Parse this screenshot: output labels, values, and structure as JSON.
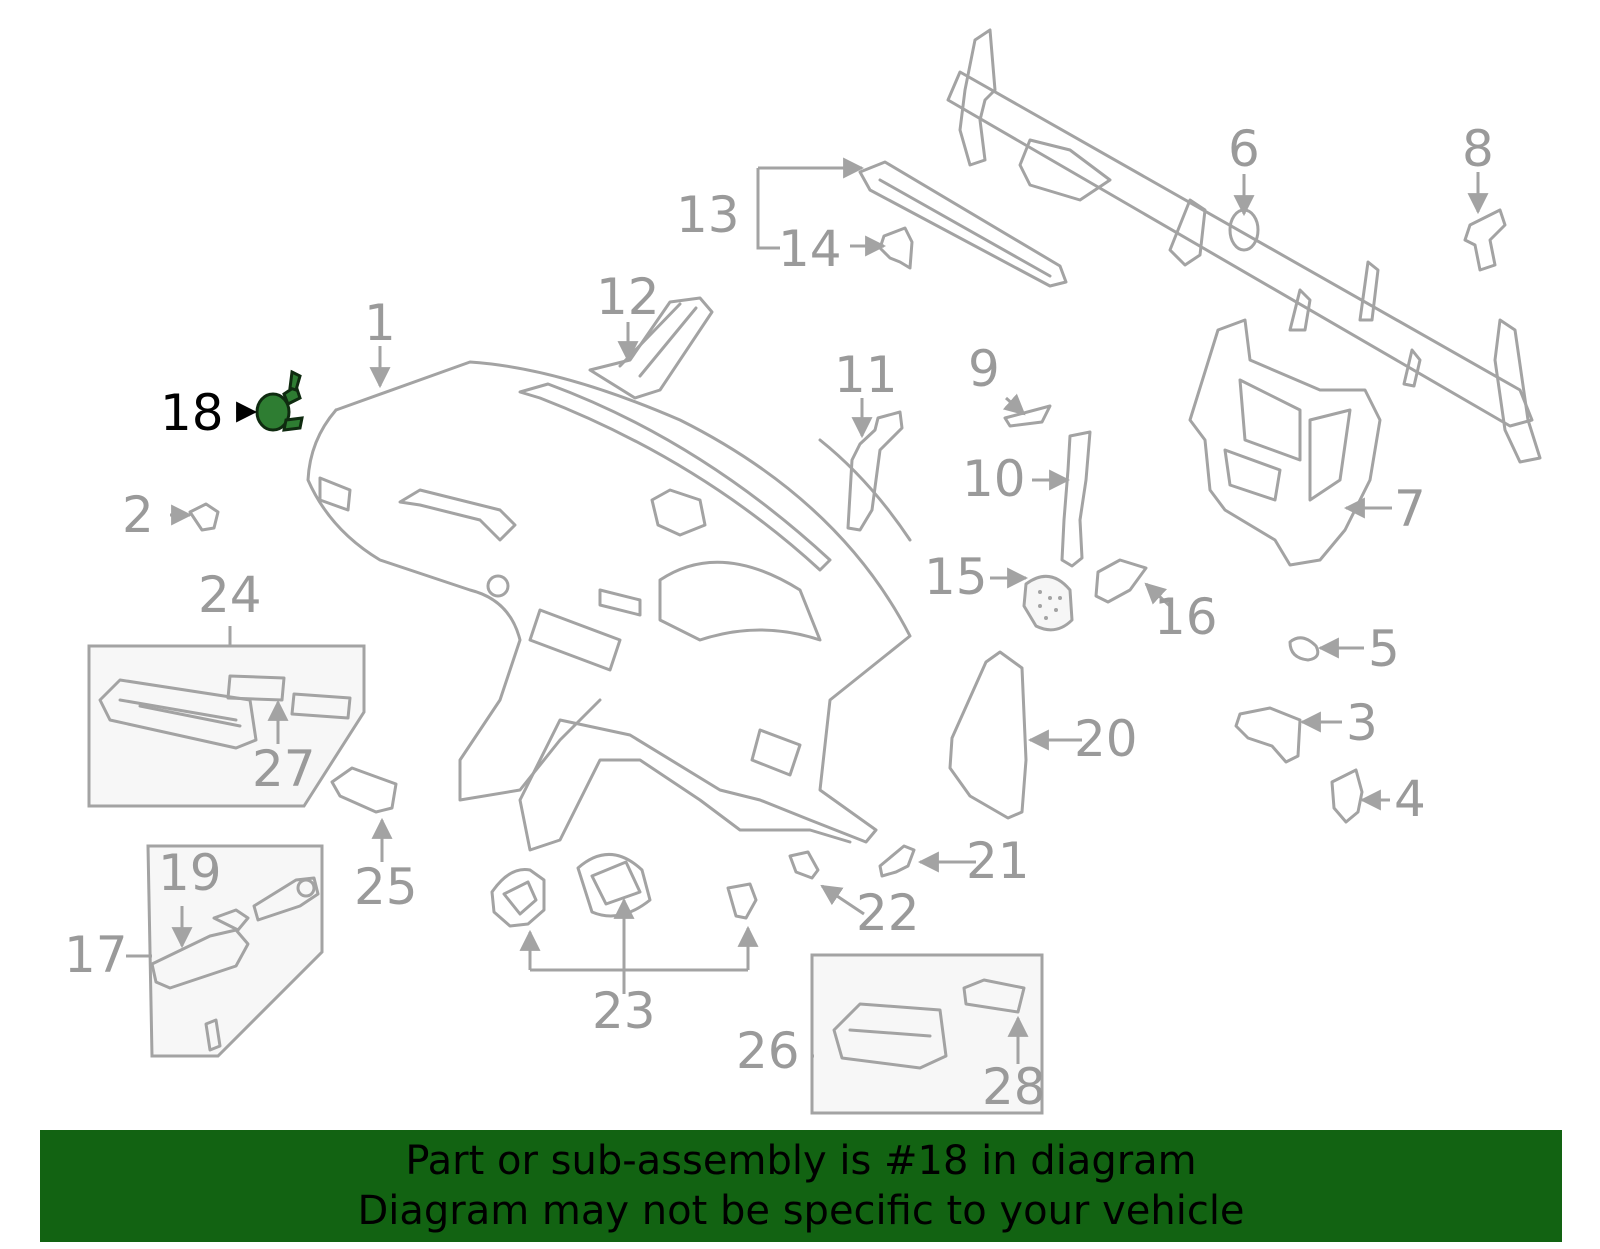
{
  "diagram": {
    "highlighted_part": "18",
    "callouts": [
      "1",
      "2",
      "3",
      "4",
      "5",
      "6",
      "7",
      "8",
      "9",
      "10",
      "11",
      "12",
      "13",
      "14",
      "15",
      "16",
      "17",
      "18",
      "19",
      "20",
      "21",
      "22",
      "23",
      "24",
      "25",
      "26",
      "27",
      "28"
    ],
    "highlight_color": "#2e7d32",
    "line_color": "#a3a3a3"
  },
  "footer": {
    "line1": "Part or sub-assembly is #18 in diagram",
    "line2": "Diagram may not be specific to your vehicle",
    "background_color": "#126312"
  }
}
